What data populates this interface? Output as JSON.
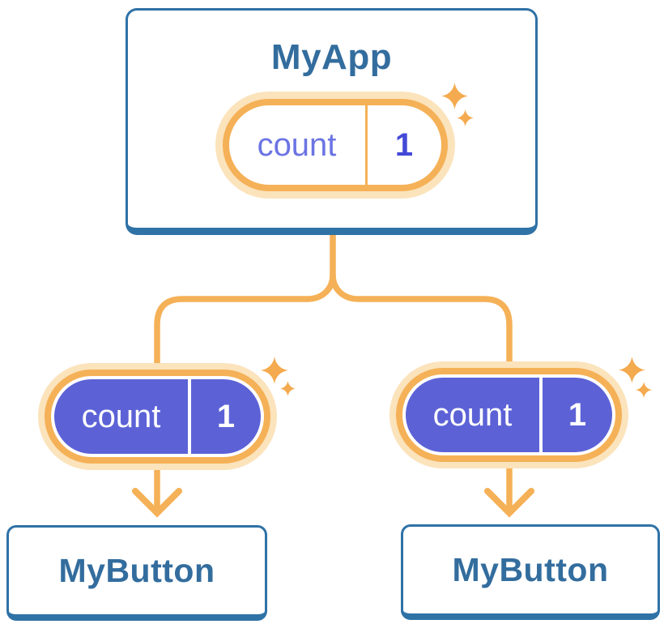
{
  "diagram": {
    "type": "component-tree",
    "root": {
      "title": "MyApp",
      "state": {
        "label": "count",
        "value": "1"
      }
    },
    "left_child": {
      "title": "MyButton",
      "state": {
        "label": "count",
        "value": "1"
      }
    },
    "right_child": {
      "title": "MyButton",
      "state": {
        "label": "count",
        "value": "1"
      }
    },
    "icons": {
      "sparkle": "four-point-star",
      "arrow": "arrow-down-chevron"
    },
    "colors": {
      "background": "#FFFFFF",
      "card_fill": "#FFFFFF",
      "card_border_blue": "#2F72A6",
      "node_text_blue": "#336D9E",
      "connector_orange": "#F5B157",
      "pill_halo_peach": "#FBE3BC",
      "pill_fill_purple": "#5C62D6",
      "state_label_purple": "#6B74E3",
      "state_value_purple": "#4349D6",
      "sparkle_orange": "#F4AA4F"
    }
  }
}
